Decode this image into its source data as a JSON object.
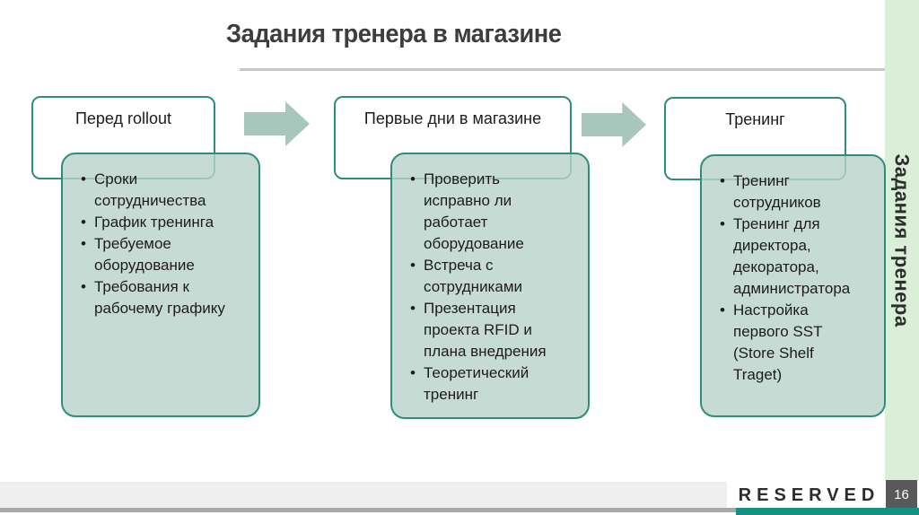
{
  "title": "Задания тренера в магазине",
  "sidebar": {
    "label": "Задания тренера"
  },
  "columns": [
    {
      "header": "Перед rollout",
      "bullets": [
        "Сроки сотрудничества",
        "График тренинга",
        "Требуемое оборудование",
        "Требования к рабочему графику"
      ]
    },
    {
      "header": "Первые дни в магазине",
      "bullets": [
        "Проверить исправно ли работает оборудование",
        "Встреча с сотрудниками",
        "Презентация проекта RFID и плана внедрения",
        "Теоретический тренинг"
      ]
    },
    {
      "header": "Тренинг",
      "bullets": [
        "Тренинг сотрудников",
        "Тренинг для директора, декоратора, администратора",
        "Настройка первого SST (Store Shelf Traget)"
      ]
    }
  ],
  "footer": {
    "brand": "RESERVED",
    "page_number": "16"
  },
  "colors": {
    "accent_border": "#2f8d7c",
    "box_fill": "#c7dcd5",
    "arrow": "#a9c6bd",
    "sidebar_strip": "#dbeed7",
    "footer_teal": "#119384",
    "page_box": "#595959",
    "title_text": "#3d3d3d"
  }
}
